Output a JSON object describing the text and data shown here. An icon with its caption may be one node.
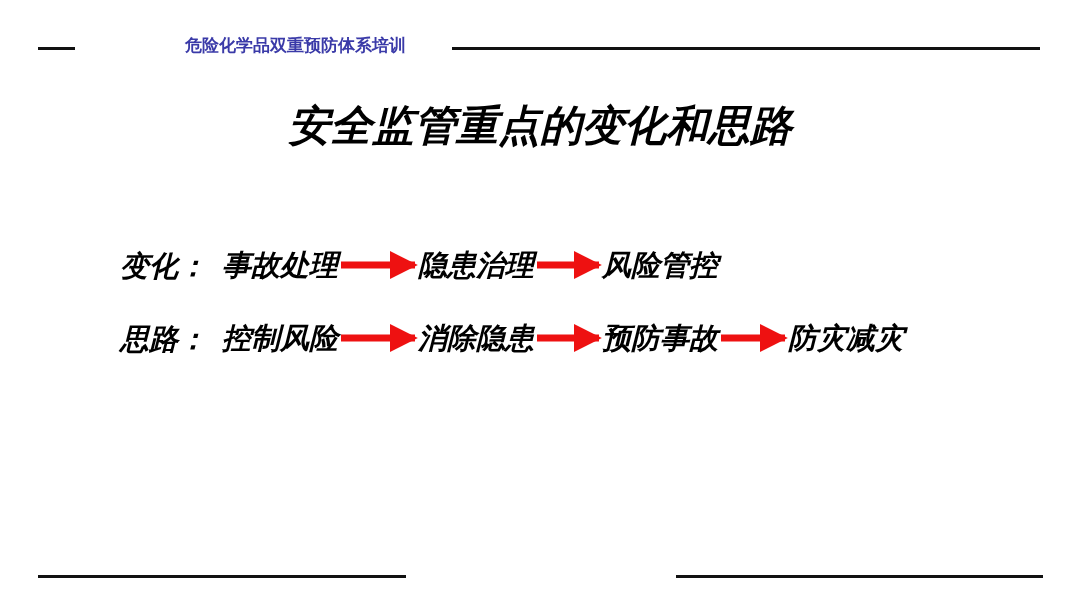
{
  "diagram": {
    "title": "安全监管重点的变化和思路",
    "nodes": [
      {
        "text": [
          "事故处理"
        ]
      },
      {
        "text": [
          "隐患治理"
        ]
      },
      {
        "text": [
          "风险管控"
        ]
      },
      {
        "text": [
          "控制风险"
        ]
      },
      {
        "text": [
          "消除隐患"
        ]
      },
      {
        "text": [
          "预防事故"
        ]
      },
      {
        "text": [
          "防灾减灾"
        ]
      }
    ],
    "edges": [
      {
        "from": 0,
        "to": 1,
        "arrow": "to"
      },
      {
        "from": 1,
        "to": 2,
        "arrow": "to"
      },
      {
        "from": 3,
        "to": 4,
        "arrow": "to"
      },
      {
        "from": 4,
        "to": 5,
        "arrow": "to"
      },
      {
        "from": 5,
        "to": 6,
        "arrow": "to"
      }
    ],
    "labels": [
      "危险化学品双重预防体系培训",
      "变化：",
      "思路："
    ]
  }
}
